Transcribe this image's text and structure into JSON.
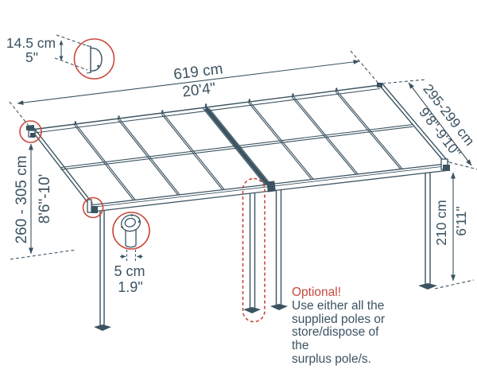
{
  "diagram_title": "patio-cover-dimension-diagram",
  "dimensions": {
    "profile_height": {
      "metric": "14.5 cm",
      "imperial": "5\""
    },
    "width": {
      "metric": "619 cm",
      "imperial": "20'4\""
    },
    "depth": {
      "metric": "295-299 cm",
      "imperial": "9'8\"-9'10\""
    },
    "rear_height": {
      "metric": "260 - 305 cm",
      "imperial": "8'6\"-10'"
    },
    "front_height": {
      "metric": "210 cm",
      "imperial": "6'11\""
    },
    "pole_diameter": {
      "metric": "5 cm",
      "imperial": "1.9\""
    }
  },
  "note": {
    "title": "Optional!",
    "lines": [
      "Use either all the",
      "supplied poles or",
      "store/dispose of the",
      "surplus pole/s."
    ]
  },
  "colors": {
    "ink": "#3b5361",
    "accent_red": "#c9483c"
  }
}
